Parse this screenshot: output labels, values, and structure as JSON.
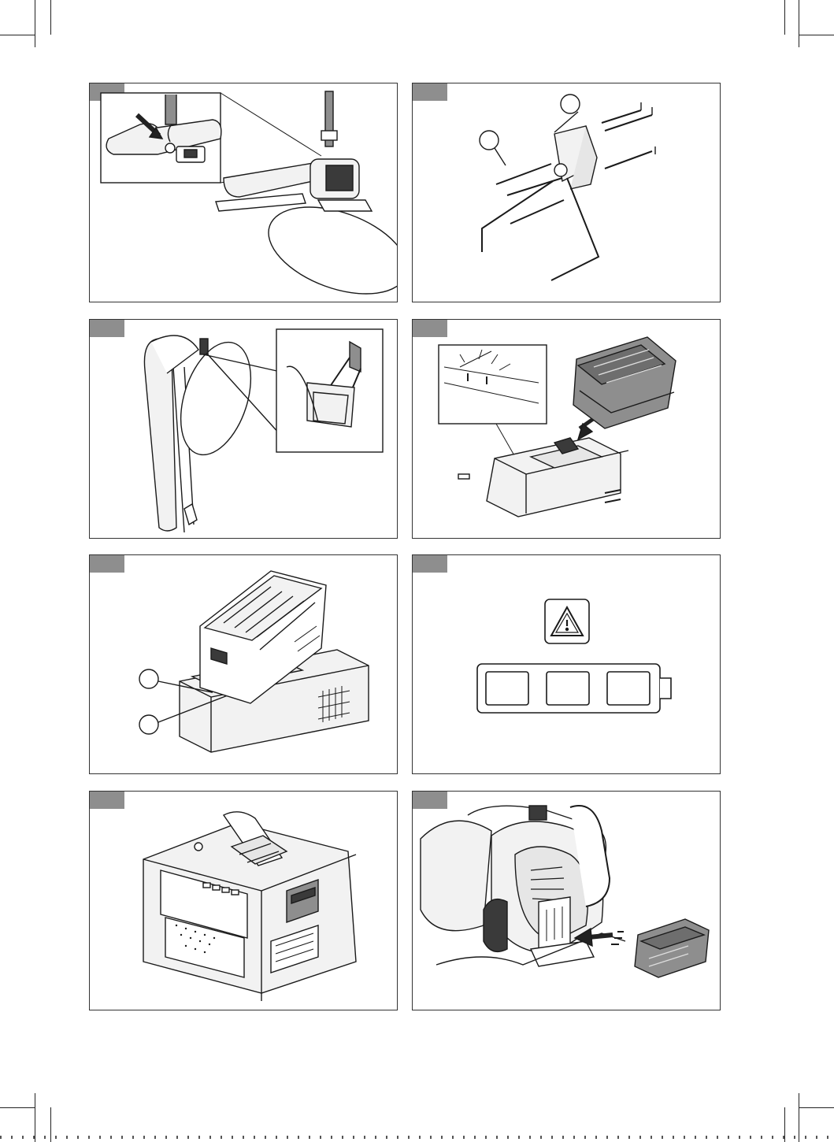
{
  "page": {
    "panels": [
      {
        "id": "p1",
        "tab": "",
        "subject": "blower-strap-attachment"
      },
      {
        "id": "p2",
        "tab": "",
        "subject": "wall-bracket-mounting"
      },
      {
        "id": "p3",
        "tab": "",
        "subject": "blower-hung-on-bracket"
      },
      {
        "id": "p4",
        "tab": "",
        "subject": "battery-into-charger"
      },
      {
        "id": "p5",
        "tab": "",
        "subject": "charger-indicator-leds"
      },
      {
        "id": "p6",
        "tab": "",
        "subject": "warning-symbol-battery-level"
      },
      {
        "id": "p7",
        "tab": "",
        "subject": "battery-pack"
      },
      {
        "id": "p8",
        "tab": "",
        "subject": "battery-into-blower"
      }
    ],
    "colors": {
      "frame": "#333333",
      "tab": "#8e8e8e",
      "line": "#1a1a1a",
      "fill": "#f2f2f2",
      "dark": "#3a3a3a"
    }
  }
}
